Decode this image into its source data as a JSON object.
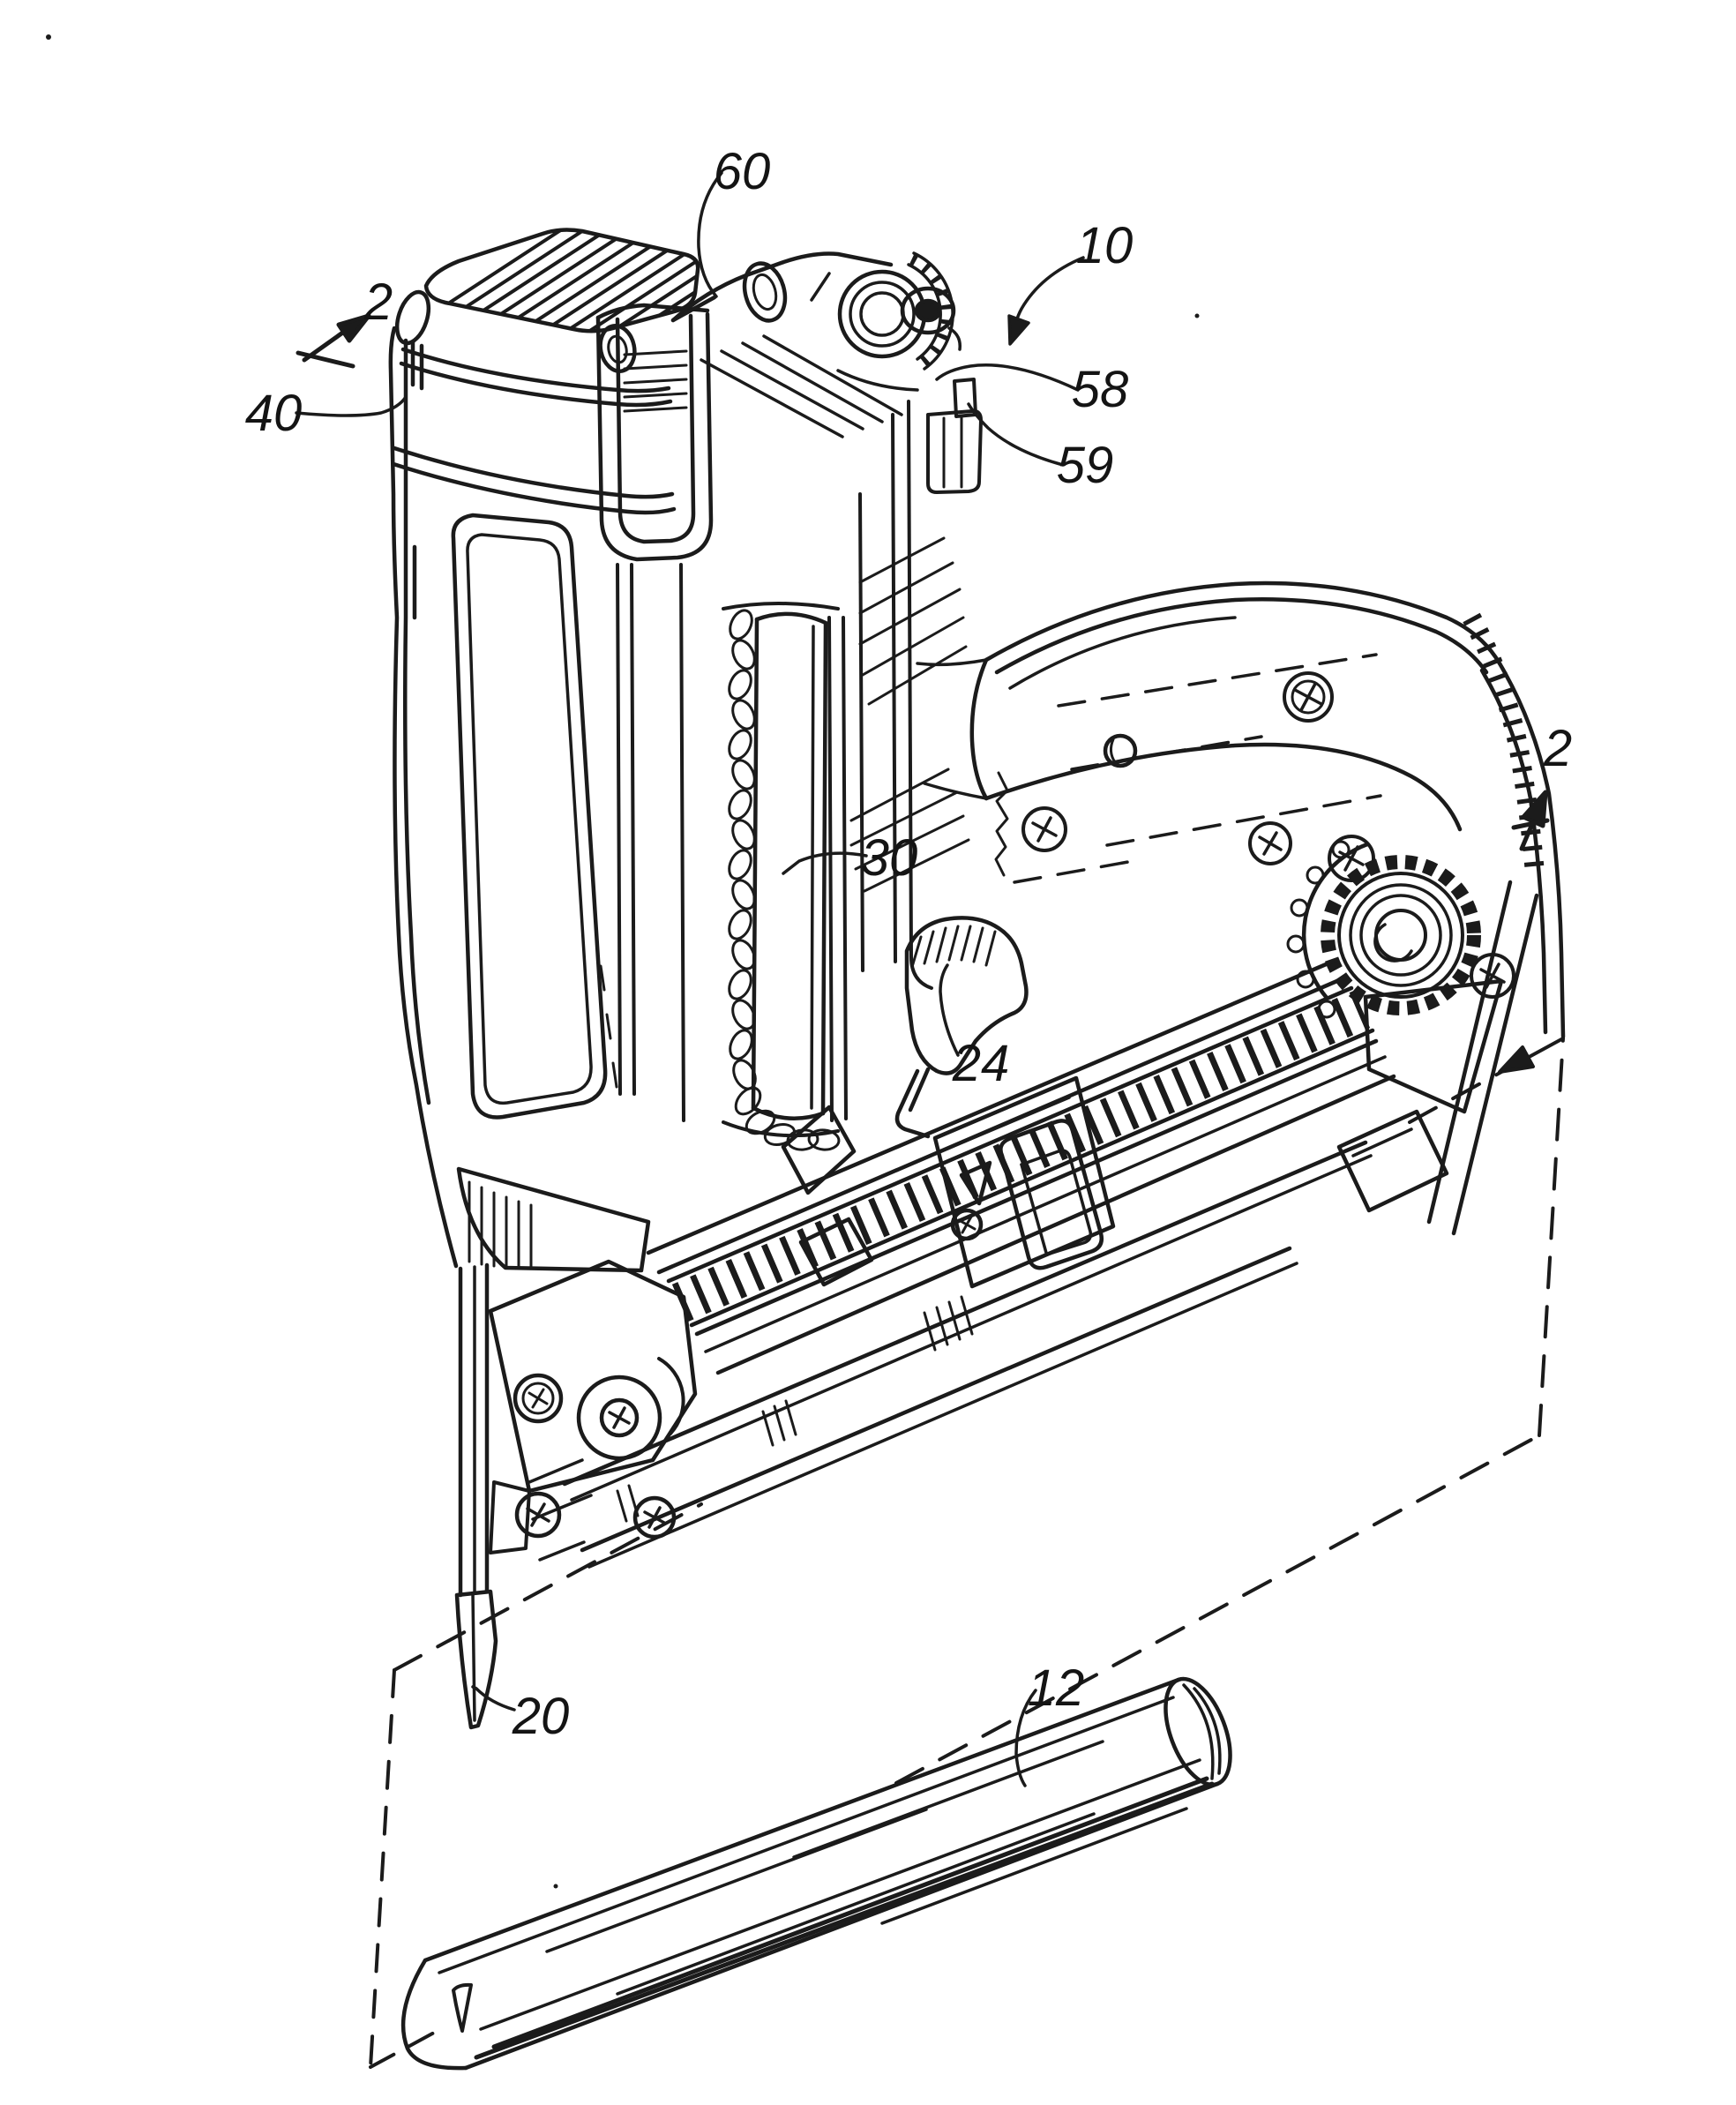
{
  "figure": {
    "kind": "patent-line-drawing",
    "subject": "Cordless fastener driving tool (nail gun) shown above a cylindrical workpiece rod and dashed section plane",
    "background_color": "#ffffff",
    "ink_color": "#1b1b1b"
  },
  "labels": {
    "section_left": {
      "text": "2"
    },
    "battery_pack": {
      "text": "40"
    },
    "actuator_cap": {
      "text": "60"
    },
    "tool_assembly": {
      "text": "10"
    },
    "latch_upper": {
      "text": "58"
    },
    "latch_lower": {
      "text": "59"
    },
    "fuel_cell": {
      "text": "30"
    },
    "trigger": {
      "text": "24"
    },
    "section_right": {
      "text": "2"
    },
    "nose_tip": {
      "text": "20"
    },
    "workpiece_rod": {
      "text": "12"
    }
  }
}
